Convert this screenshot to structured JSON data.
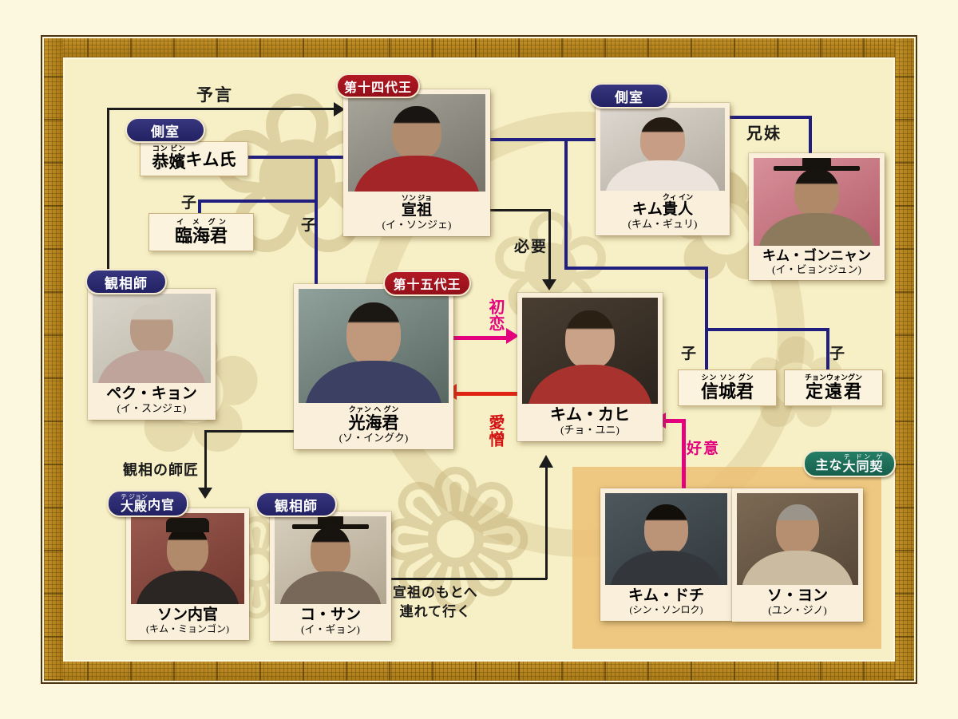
{
  "relations": {
    "prophecy": "予言",
    "child": "子",
    "siblings": "兄妹",
    "necessary": "必要",
    "first_love": "初恋",
    "love_hate": "愛憎",
    "goodwill": "好意",
    "physiognomy_master": "観相の師匠",
    "take_to_seonjo_line1": "宣祖のもとへ",
    "take_to_seonjo_line2": "連れて行く"
  },
  "badges": {
    "king14": "第十四代王",
    "king15": "第十五代王",
    "concubine_left": "側室",
    "concubine_right": "側室",
    "physiognomist_left": "観相師",
    "physiognomist_bottom": "観相師",
    "daejeon_base": "大殿",
    "daejeon_ruby": "テ ジョン",
    "daejeon_suffix": "内官",
    "daedong_prefix": "主な",
    "daedong_base": "大同契",
    "daedong_ruby": "テ ドン ゲ"
  },
  "people": {
    "seonjo": {
      "name_base": "宣祖",
      "name_ruby": "ソン ジョ",
      "actor": "(イ・ソンジェ)"
    },
    "gongbin": {
      "name_base": "恭嬪",
      "name_ruby": "コン ビン",
      "name_suffix": "キム氏"
    },
    "imhaegun": {
      "name_base": "臨海君",
      "name_ruby": "イ メ グン"
    },
    "baekkyung": {
      "name": "ペク・キョン",
      "actor": "(イ・スンジェ)"
    },
    "gwanghae": {
      "name_base": "光海君",
      "name_ruby": "クァン ヘ グン",
      "actor": "(ソ・イングク)"
    },
    "kimgahee": {
      "name": "キム・カヒ",
      "actor": "(チョ・ユニ)"
    },
    "kimgwiin": {
      "name_prefix": "キム",
      "name_base": "貴人",
      "name_ruby": "クィ イン",
      "actor": "(キム・ギュリ)"
    },
    "kimgonnyang": {
      "name": "キム・ゴンニャン",
      "actor": "(イ・ビョンジュン)"
    },
    "sinseonggun": {
      "name_base": "信城君",
      "name_ruby": "シン ソン グン"
    },
    "jeongwongun": {
      "name_base": "定遠君",
      "name_ruby": "チョンウォングン"
    },
    "songnaegwan": {
      "name": "ソン内官",
      "actor": "(キム・ミョンゴン)"
    },
    "gosan": {
      "name": "コ・サン",
      "actor": "(イ・ギョン)"
    },
    "kimdochi": {
      "name": "キム・ドチ",
      "actor": "(シン・ソンロク)"
    },
    "soyeon": {
      "name": "ソ・ヨン",
      "actor": "(ユン・ジノ)"
    }
  },
  "colors": {
    "navy_badge": "#2b2a72",
    "red_badge": "#a8151f",
    "green_badge": "#1e7a62",
    "blue_line": "#201e7e",
    "pink_accent": "#e4017e",
    "red_accent": "#e02515",
    "panel_orange": "#ecbf74"
  }
}
